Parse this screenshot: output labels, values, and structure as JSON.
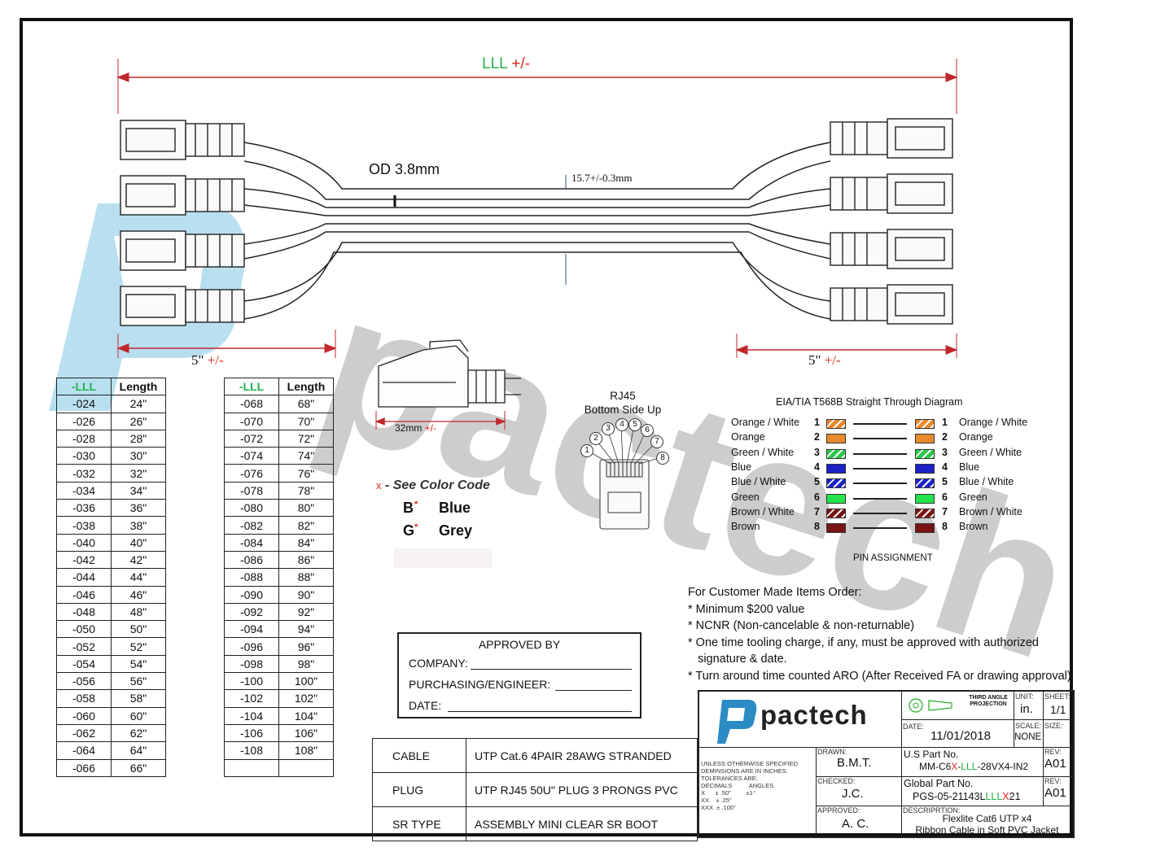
{
  "watermark": "pactech",
  "dimensions": {
    "overall_prefix": "LLL",
    "overall_suffix": " +/-",
    "od": "OD 3.8mm",
    "width": "15.7+/-0.3mm",
    "left_breakout_value": "5\"",
    "right_breakout_value": "5\"",
    "breakout_tol": " +/-",
    "plug_length_value": "32mm",
    "plug_length_tol": " +/-"
  },
  "length_table_1": {
    "headers": [
      "-LLL",
      "Length"
    ],
    "rows": [
      [
        "-024",
        "24\""
      ],
      [
        "-026",
        "26\""
      ],
      [
        "-028",
        "28\""
      ],
      [
        "-030",
        "30\""
      ],
      [
        "-032",
        "32\""
      ],
      [
        "-034",
        "34\""
      ],
      [
        "-036",
        "36\""
      ],
      [
        "-038",
        "38\""
      ],
      [
        "-040",
        "40\""
      ],
      [
        "-042",
        "42\""
      ],
      [
        "-044",
        "44\""
      ],
      [
        "-046",
        "46\""
      ],
      [
        "-048",
        "48\""
      ],
      [
        "-050",
        "50\""
      ],
      [
        "-052",
        "52\""
      ],
      [
        "-054",
        "54\""
      ],
      [
        "-056",
        "56\""
      ],
      [
        "-058",
        "58\""
      ],
      [
        "-060",
        "60\""
      ],
      [
        "-062",
        "62\""
      ],
      [
        "-064",
        "64\""
      ],
      [
        "-066",
        "66\""
      ]
    ]
  },
  "length_table_2": {
    "headers": [
      "-LLL",
      "Length"
    ],
    "rows": [
      [
        "-068",
        "68\""
      ],
      [
        "-070",
        "70\""
      ],
      [
        "-072",
        "72\""
      ],
      [
        "-074",
        "74\""
      ],
      [
        "-076",
        "76\""
      ],
      [
        "-078",
        "78\""
      ],
      [
        "-080",
        "80\""
      ],
      [
        "-082",
        "82\""
      ],
      [
        "-084",
        "84\""
      ],
      [
        "-086",
        "86\""
      ],
      [
        "-088",
        "88\""
      ],
      [
        "-090",
        "90\""
      ],
      [
        "-092",
        "92\""
      ],
      [
        "-094",
        "94\""
      ],
      [
        "-096",
        "96\""
      ],
      [
        "-098",
        "98\""
      ],
      [
        "-100",
        "100\""
      ],
      [
        "-102",
        "102\""
      ],
      [
        "-104",
        "104\""
      ],
      [
        "-106",
        "106\""
      ],
      [
        "-108",
        "108\""
      ],
      [
        "",
        ""
      ]
    ]
  },
  "color_code": {
    "marker": "x",
    "title": "- See Color Code",
    "items": [
      {
        "code": "B",
        "name": "Blue"
      },
      {
        "code": "G",
        "name": "Grey"
      }
    ]
  },
  "rj45": {
    "title_line1": "RJ45",
    "title_line2": "Bottom Side Up",
    "pins": [
      "1",
      "2",
      "3",
      "4",
      "5",
      "6",
      "7",
      "8"
    ]
  },
  "pinout": {
    "title": "EIA/TIA T568B Straight Through Diagram",
    "footer": "PIN ASSIGNMENT",
    "rows": [
      {
        "num": "1",
        "left": "Orange / White",
        "right": "Orange / White",
        "color": "#e8892c",
        "striped": true
      },
      {
        "num": "2",
        "left": "Orange",
        "right": "Orange",
        "color": "#e8892c",
        "striped": false
      },
      {
        "num": "3",
        "left": "Green / White",
        "right": "Green / White",
        "color": "#2cc94a",
        "striped": true
      },
      {
        "num": "4",
        "left": "Blue",
        "right": "Blue",
        "color": "#1c22c8",
        "striped": false
      },
      {
        "num": "5",
        "left": "Blue / White",
        "right": "Blue / White",
        "color": "#1c22c8",
        "striped": true
      },
      {
        "num": "6",
        "left": "Green",
        "right": "Green",
        "color": "#22e34a",
        "striped": false
      },
      {
        "num": "7",
        "left": "Brown / White",
        "right": "Brown / White",
        "color": "#7a1414",
        "striped": true
      },
      {
        "num": "8",
        "left": "Brown",
        "right": "Brown",
        "color": "#7a1414",
        "striped": false
      }
    ]
  },
  "notes": {
    "heading": "For Customer Made Items Order:",
    "items": [
      "* Minimum $200 value",
      "* NCNR (Non-cancelable & non-returnable)",
      "* One time tooling charge, if any, must be approved with authorized",
      "   signature & date.",
      "* Turn around time counted ARO (After Received FA or drawing approval)"
    ]
  },
  "approval": {
    "title": "APPROVED BY",
    "company": "COMPANY:",
    "purchasing": "PURCHASING/ENGINEER:",
    "date": "DATE:"
  },
  "spec": [
    {
      "label": "CABLE",
      "value": "UTP Cat.6 4PAIR 28AWG STRANDED"
    },
    {
      "label": "PLUG",
      "value": "UTP RJ45 50U\" PLUG 3 PRONGS  PVC"
    },
    {
      "label": "SR TYPE",
      "value": "ASSEMBLY MINI CLEAR SR BOOT"
    }
  ],
  "title_block": {
    "logo_text": "pactech",
    "projection": "THIRD ANGLE PROJECTION",
    "unit_label": "UNIT:",
    "unit_value": "in.",
    "sheet_label": "SHEET:",
    "sheet_value": "1/1",
    "date_label": "DATE:",
    "date_value": "11/01/2018",
    "scale_label": "SCALE:",
    "scale_value": "NONE",
    "size_label": "SIZE:",
    "tolerance_lines": [
      "UNLESS OTHERWISE SPECIFIED",
      "DEMINSIONS ARE IN INCHES.",
      "TOLERANCES ARE:",
      "DECIMALS          ANGLES",
      "X      ± .50\"         ±1°",
      "XX    ± .25\"",
      "XXX  ± .100\""
    ],
    "drawn_label": "DRAWN:",
    "drawn_value": "B.M.T.",
    "checked_label": "CHECKED:",
    "checked_value": "J.C.",
    "approved_label": "APPROVED:",
    "approved_value": "A. C.",
    "us_part_label": "U.S Part No.",
    "us_part_a": "MM-C6",
    "us_part_x": "X",
    "us_part_b": "-",
    "us_part_lll": "LLL",
    "us_part_c": "-28VX4-IN2",
    "global_part_label": "Global Part No.",
    "global_part_a": "PGS-05-21143L",
    "global_part_lll": "LLL",
    "global_part_x": "X",
    "global_part_c": "21",
    "rev_label": "REV:",
    "rev_value_1": "A01",
    "rev_value_2": "A01",
    "description_label": "DESCRIPRTION:",
    "description_line1": "Flexlite Cat6 UTP x4",
    "description_line2": "Ribbon Cable in Soft PVC Jacket"
  }
}
